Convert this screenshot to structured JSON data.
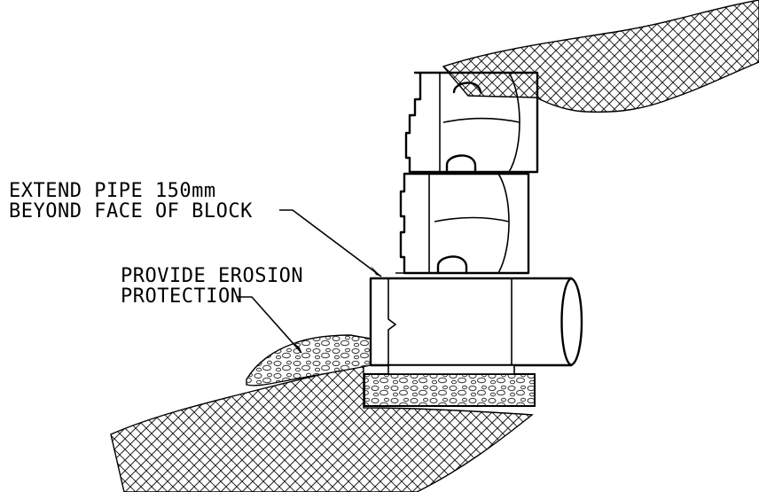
{
  "labels": {
    "pipe_line1": "EXTEND PIPE 150mm",
    "pipe_line2": "BEYOND FACE OF BLOCK",
    "erosion_line1": "PROVIDE EROSION",
    "erosion_line2": "PROTECTION"
  },
  "colors": {
    "ink": "#000000",
    "background": "#ffffff"
  }
}
